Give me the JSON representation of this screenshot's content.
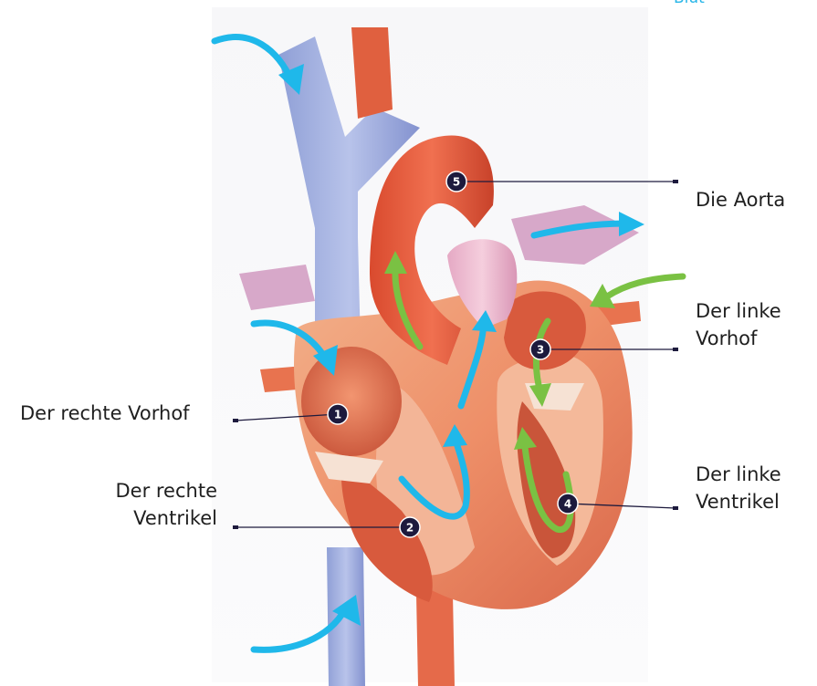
{
  "corner_text": "Blut",
  "colors": {
    "deoxygenated_arrow": "#1fb8ea",
    "oxygenated_arrow": "#7ac143",
    "marker_fill": "#1d1a3d",
    "leader_line": "#1d1a3d"
  },
  "markers": [
    {
      "number": "1",
      "label_lines": [
        "Der rechte Vorhof"
      ]
    },
    {
      "number": "2",
      "label_lines": [
        "Der rechte",
        "Ventrikel"
      ]
    },
    {
      "number": "3",
      "label_lines": [
        "Der linke",
        "Vorhof"
      ]
    },
    {
      "number": "4",
      "label_lines": [
        "Der linke",
        "Ventrikel"
      ]
    },
    {
      "number": "5",
      "label_lines": [
        "Die Aorta"
      ]
    }
  ]
}
